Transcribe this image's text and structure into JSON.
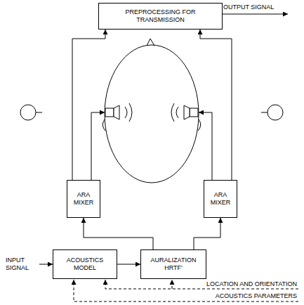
{
  "diagram": {
    "nodes": [
      {
        "text": [
          "PREPROCESSING FOR TRANSMISSION"
        ]
      },
      {
        "text": [
          "ARA MIXER"
        ]
      },
      {
        "text": [
          "ARA MIXER"
        ]
      },
      {
        "text": [
          "ACOUSTICS MODEL"
        ]
      },
      {
        "text": [
          "AURALIZATION HRTF'"
        ]
      }
    ],
    "edges": [
      {
        "from": 1,
        "to": 0,
        "arrow": "to"
      },
      {
        "from": 2,
        "to": 0,
        "arrow": "to"
      },
      {
        "from": 3,
        "to": 4,
        "arrow": "to"
      },
      {
        "from": 4,
        "to": 1,
        "arrow": "to"
      },
      {
        "from": 4,
        "to": 2,
        "arrow": "to"
      }
    ],
    "labels": [
      "OUTPUT SIGNAL",
      "INPUT SIGNAL",
      "LOCATION AND ORIENTATION",
      "ACOUSTICS PARAMETERS"
    ]
  }
}
